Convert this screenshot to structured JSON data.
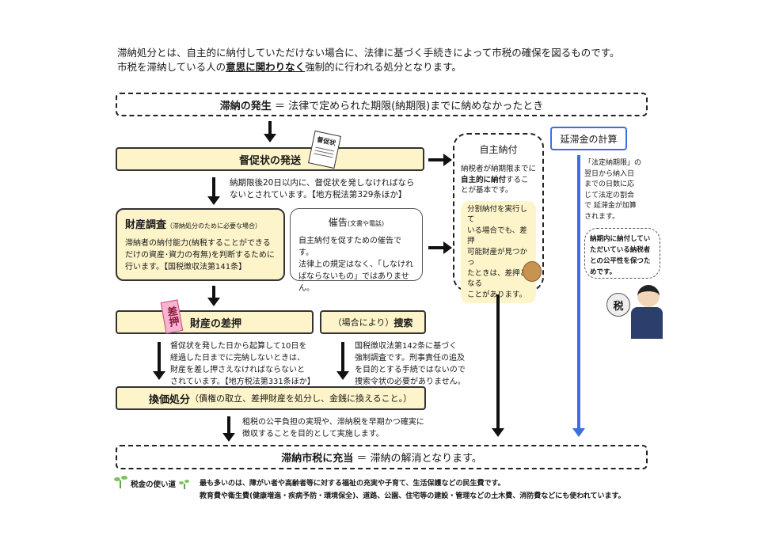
{
  "intro": {
    "line1": "滞納処分とは、自主的に納付していただけない場合に、法律に基づく手続きによって市税の確保を図るものです。",
    "line2_prefix": "市税を滞納している人の",
    "line2_emph": "意思に関わりなく",
    "line2_suffix": "強制的に行われる処分となります。"
  },
  "top_box": {
    "head": "滞納の発生",
    "eq": "＝ 法律で定められた期限(納期限)までに納めなかったとき"
  },
  "tokusoku": {
    "title": "督促状の発送",
    "stamp": "督促状",
    "note1": "納期限後20日以内に、督促状を発しなければなら",
    "note2": "ないとされています。【地方税法第329条ほか】"
  },
  "zaisan": {
    "title": "財産調査",
    "sub": "（滞納処分のために必要な場合）",
    "body1": "滞納者の納付能力(納税することができる",
    "body2": "だけの資産･資力の有無)を判断するために",
    "body3": "行います。【国税徴収法第141条】"
  },
  "saikoku": {
    "title": "催告",
    "sub": "(文書や電話)",
    "body1": "自主納付を促すための催告です。",
    "body2": "法律上の規定はなく、「しなけれ",
    "body3": "ばならないもの」ではありません。"
  },
  "jishu": {
    "title": "自主納付",
    "p1a": "納税者が納期限までに",
    "p1b": "自主的に納付",
    "p1c": "することが基本です。",
    "p2a": "分割納付を実行して",
    "p2b": "いる場合でも、差押",
    "p2c": "可能財産が見つかっ",
    "p2d": "たときは、差押となる",
    "p2e": "ことがあります。"
  },
  "entai": {
    "title": "延滞金の計算",
    "b1": "「法定納期限」の",
    "b2": "翌日から納入日",
    "b3": "までの日数に応",
    "b4": "じて法定の割合",
    "b5": "で 延滞金が加算",
    "b6": "されます。"
  },
  "bubble": {
    "l1": "納期内に納付してい",
    "l2": "ただいている納税者",
    "l3": "との公平性を保つた",
    "l4": "めです。"
  },
  "bag_label": "税",
  "sashiosae": {
    "title": "財産の差押",
    "stamp": "差押",
    "n1": "督促状を発した日から起算して10日を",
    "n2": "経過した日までに完納しないときは、",
    "n3": "財産を差し押さえなければならないと",
    "n4": "されています。【地方税法第331条ほか】"
  },
  "sousaku": {
    "pre": "（場合により）",
    "title": "捜索",
    "n1": "国税徴収法第142条に基づく",
    "n2": "強制調査です。刑事責任の追及",
    "n3": "を目的とする手続ではないので",
    "n4": "捜索令状の必要がありません。"
  },
  "kanka": {
    "title": "換価処分",
    "desc": "（債権の取立、差押財産を処分し、金銭に換えること。）",
    "n1": "租税の公平負担の実現や、滞納税を早期かつ確実に",
    "n2": "徴収することを目的として実施します。"
  },
  "bottom_box": {
    "head": "滞納市税に充当",
    "eq": "＝ 滞納の解消となります。"
  },
  "footer": {
    "label": "税金の使い道",
    "l1": "最も多いのは、障がい者や高齢者等に対する福祉の充実や子育て、生活保護などの民生費です。",
    "l2": "教育費や衛生費(健康増進・疾病予防・環境保全)、道路、公園、住宅等の建設・管理などの土木費、消防費などにも使われています。"
  },
  "colors": {
    "yellow": "#fdf4c9",
    "blue": "#3b6fe0",
    "stamp_pink": "#f7b3d2"
  }
}
